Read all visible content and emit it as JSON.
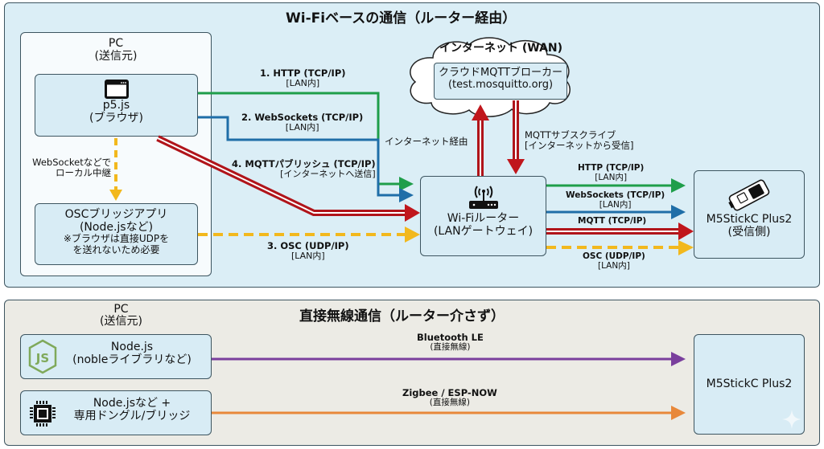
{
  "wifi_section": {
    "title": "Wi-Fiベースの通信（ルーター経由）",
    "pc": {
      "title": "PC",
      "subtitle": "(送信元)"
    },
    "browser": {
      "name": "p5.js",
      "sub": "(ブラウザ)",
      "icon": "browser-window-icon"
    },
    "relay_label": {
      "line1": "WebSocketなどで",
      "line2": "ローカル中継"
    },
    "osc_bridge": {
      "name": "OSCブリッジアプリ",
      "sub": "(Node.jsなど)",
      "note1": "※ブラウザは直接UDPを",
      "note2": "を送れないため必要"
    },
    "cloud": {
      "title": "インターネット (WAN)",
      "broker_name": "クラウドMQTTブローカー",
      "broker_host": "(test.mosquitto.org)"
    },
    "router": {
      "name": "Wi-Fiルーター",
      "sub": "(LANゲートウェイ)",
      "icon": "wifi-router-icon"
    },
    "receiver": {
      "name": "M5StickC Plus2",
      "sub": "(受信側)",
      "icon": "m5stick-device-icon"
    },
    "links_in": [
      {
        "title": "1. HTTP (TCP/IP)",
        "sub": "[LAN内]",
        "color": "#1f9e4a"
      },
      {
        "title": "2. WebSockets (TCP/IP)",
        "sub": "[LAN内]",
        "color": "#1f6ea8"
      },
      {
        "title": "4. MQTTパブリッシュ (TCP/IP)",
        "sub": "[インターネットへ送信]",
        "color": "#c0161c"
      },
      {
        "title": "3. OSC (UDP/IP)",
        "sub": "[LAN内]",
        "color": "#f2b81d"
      }
    ],
    "wan_labels": {
      "up": "インターネット経由",
      "down1": "MQTTサブスクライブ",
      "down2": "[インターネットから受信]"
    },
    "links_out": [
      {
        "title": "HTTP (TCP/IP)",
        "sub": "[LAN内]"
      },
      {
        "title": "WebSockets (TCP/IP)",
        "sub": "[LAN内]"
      },
      {
        "title": "MQTT (TCP/IP)",
        "sub": ""
      },
      {
        "title": "OSC (UDP/IP)",
        "sub": "[LAN内]"
      }
    ]
  },
  "direct_section": {
    "title": "直接無線通信（ルーター介さず）",
    "pc": {
      "title": "PC",
      "subtitle": "(送信元)"
    },
    "nodejs": {
      "name": "Node.js",
      "sub": "(nobleライブラリなど)",
      "icon": "nodejs-icon"
    },
    "dongle": {
      "name": "Node.jsなど +",
      "sub": "専用ドングル/ブリッジ",
      "icon": "chip-icon"
    },
    "receiver": {
      "name": "M5StickC Plus2"
    },
    "links": [
      {
        "title": "Bluetooth LE",
        "sub": "(直接無線)",
        "color": "#7a3f9d"
      },
      {
        "title": "Zigbee / ESP-NOW",
        "sub": "(直接無線)",
        "color": "#e8883a"
      }
    ]
  }
}
